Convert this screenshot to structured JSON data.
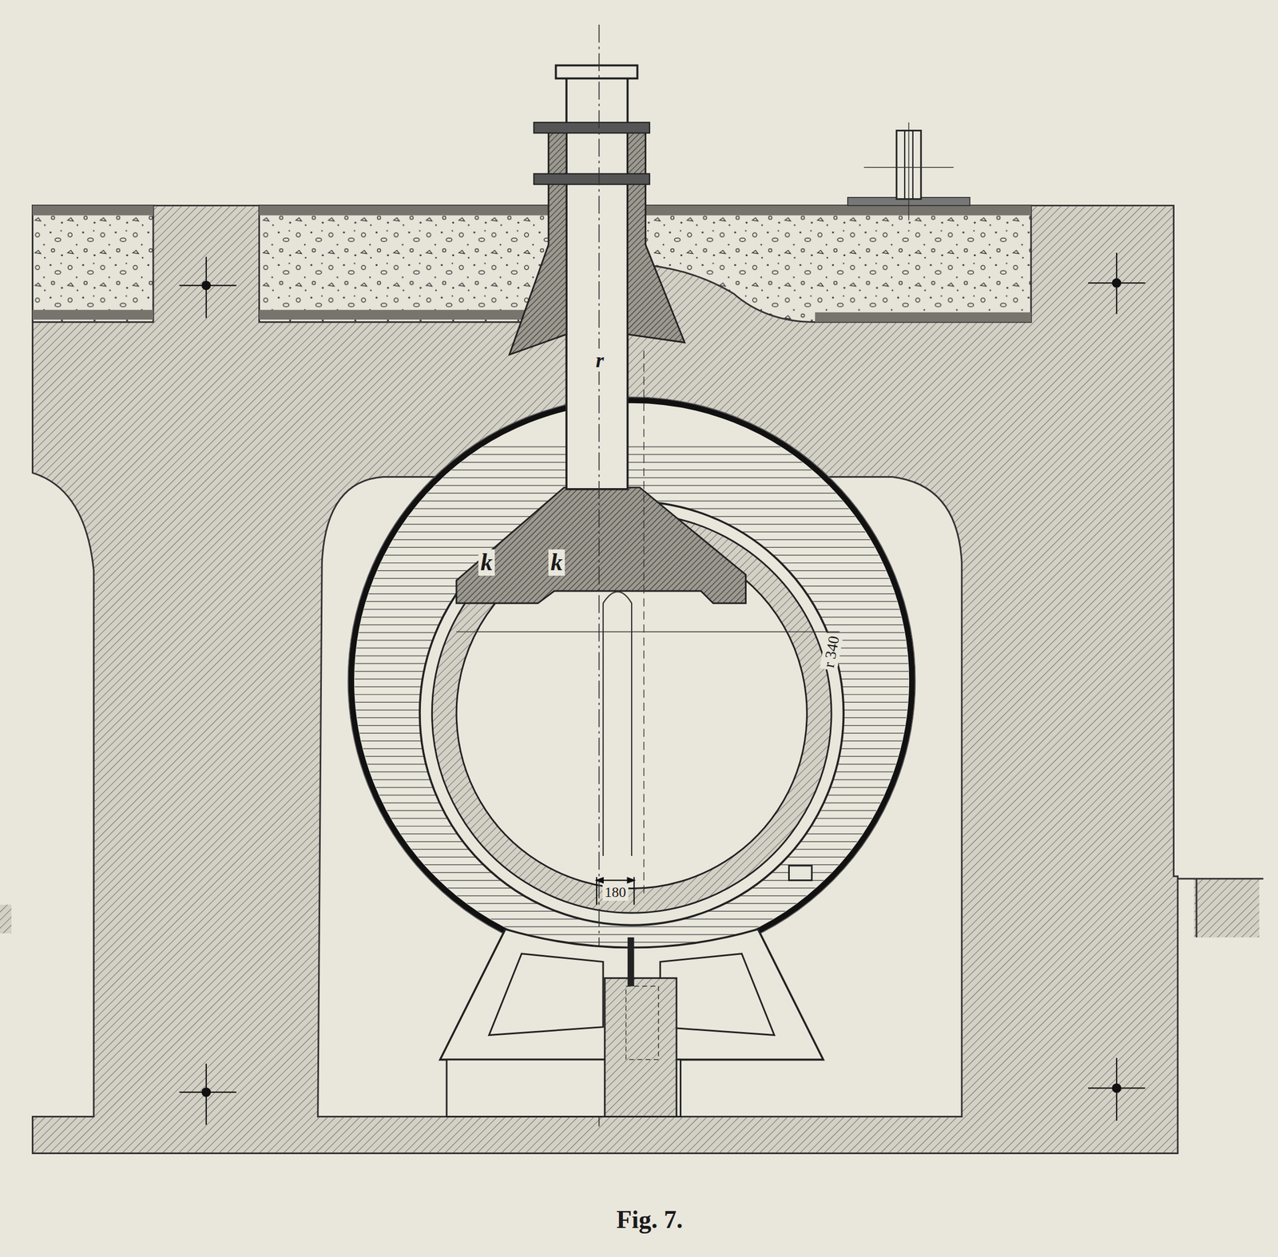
{
  "diagram": {
    "caption": "Fig. 7.",
    "labels": [
      "r",
      "k",
      "k",
      "r 340",
      "180"
    ]
  }
}
